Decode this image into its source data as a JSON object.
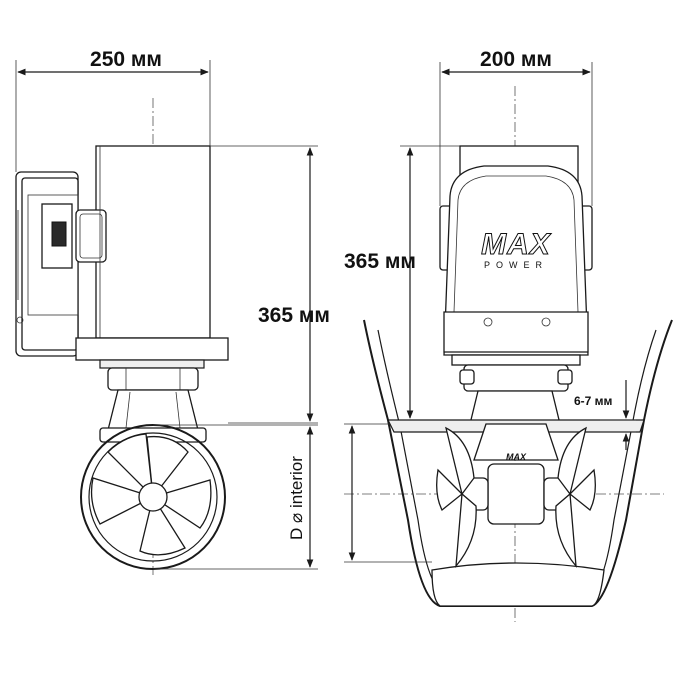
{
  "dimensions": {
    "width_side": "250 мм",
    "width_front": "200 мм",
    "height_side": "365 мм",
    "height_front": "365 мм",
    "hull_gap": "6-7 мм",
    "tunnel_diameter": "D ⌀ interior"
  },
  "brand": {
    "logo_main": "MAX",
    "logo_sub": "POWER",
    "logo_small": "MAX"
  }
}
